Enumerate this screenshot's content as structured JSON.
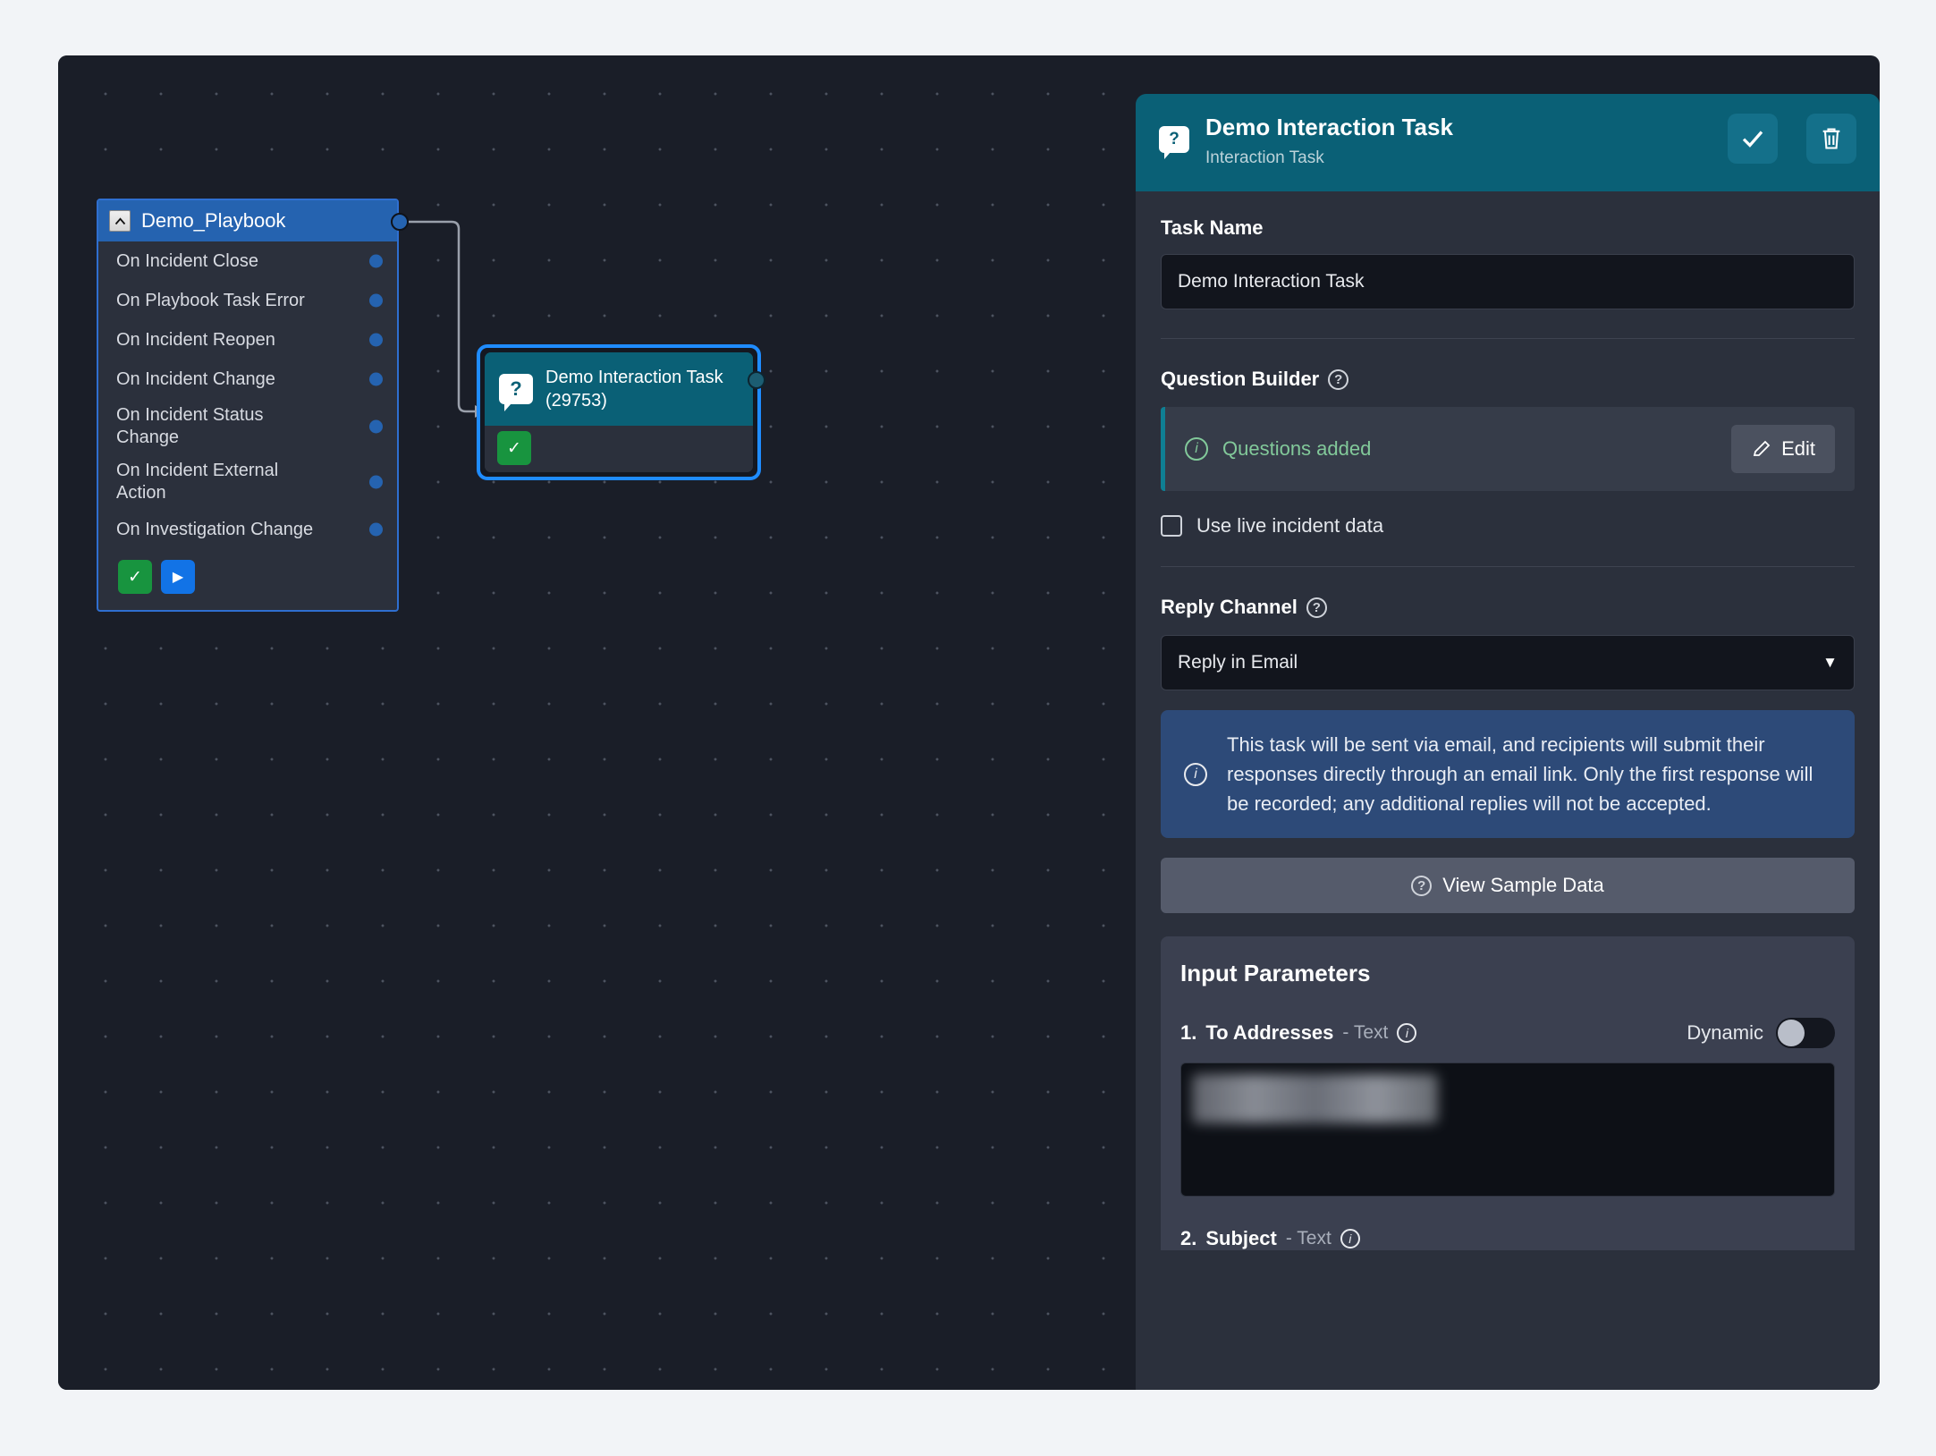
{
  "canvas": {
    "playbook_node": {
      "title": "Demo_Playbook",
      "collapse_icon": "chevron-up-icon",
      "triggers": [
        "On Incident Close",
        "On Playbook Task Error",
        "On Incident Reopen",
        "On Incident Change",
        "On Incident Status Change",
        "On Incident External Action",
        "On Investigation Change"
      ],
      "actions": [
        {
          "name": "approve",
          "glyph": "✓",
          "color": "#18943f"
        },
        {
          "name": "run",
          "glyph": "▶",
          "color": "#1273e6"
        }
      ]
    },
    "task_node": {
      "icon": "question-bubble-icon",
      "title": "Demo Interaction Task",
      "id_label": "(29753)",
      "status_glyph": "✓"
    }
  },
  "panel": {
    "header": {
      "icon": "question-bubble-icon",
      "title": "Demo Interaction Task",
      "subtitle": "Interaction Task",
      "save_glyph": "✓",
      "delete_glyph": "🗑"
    },
    "task_name": {
      "label": "Task Name",
      "value": "Demo Interaction Task"
    },
    "question_builder": {
      "label": "Question Builder",
      "help_glyph": "?",
      "status_text": "Questions added",
      "info_glyph": "i",
      "edit_label": "Edit",
      "edit_icon": "pencil-icon",
      "checkbox_label": "Use live incident data",
      "checkbox_checked": false
    },
    "reply_channel": {
      "label": "Reply Channel",
      "help_glyph": "?",
      "value": "Reply in Email",
      "caret": "▼",
      "notice_icon": "info-icon",
      "notice_text": "This task will be sent via email, and recipients will submit their responses directly through an email link. Only the first response will be recorded; any additional replies will not be accepted."
    },
    "sample_data_button": {
      "label": "View Sample Data",
      "icon": "question-circle-icon"
    },
    "input_parameters": {
      "title": "Input Parameters",
      "items": [
        {
          "number": "1.",
          "name": "To Addresses",
          "type": "- Text",
          "info_glyph": "i",
          "dynamic_label": "Dynamic",
          "dynamic_on": false,
          "value_redacted": true
        },
        {
          "number": "2.",
          "name": "Subject",
          "type": "- Text",
          "info_glyph": "i"
        }
      ]
    }
  },
  "colors": {
    "page_bg": "#f2f4f7",
    "canvas_bg": "#1a1e28",
    "panel_bg": "#2b303c",
    "teal": "#0a6076",
    "blue_node": "#2563b0",
    "select_outline": "#1f8cff",
    "green": "#18943f",
    "notice_blue": "#2d4a78",
    "success_text": "#82c99a"
  }
}
